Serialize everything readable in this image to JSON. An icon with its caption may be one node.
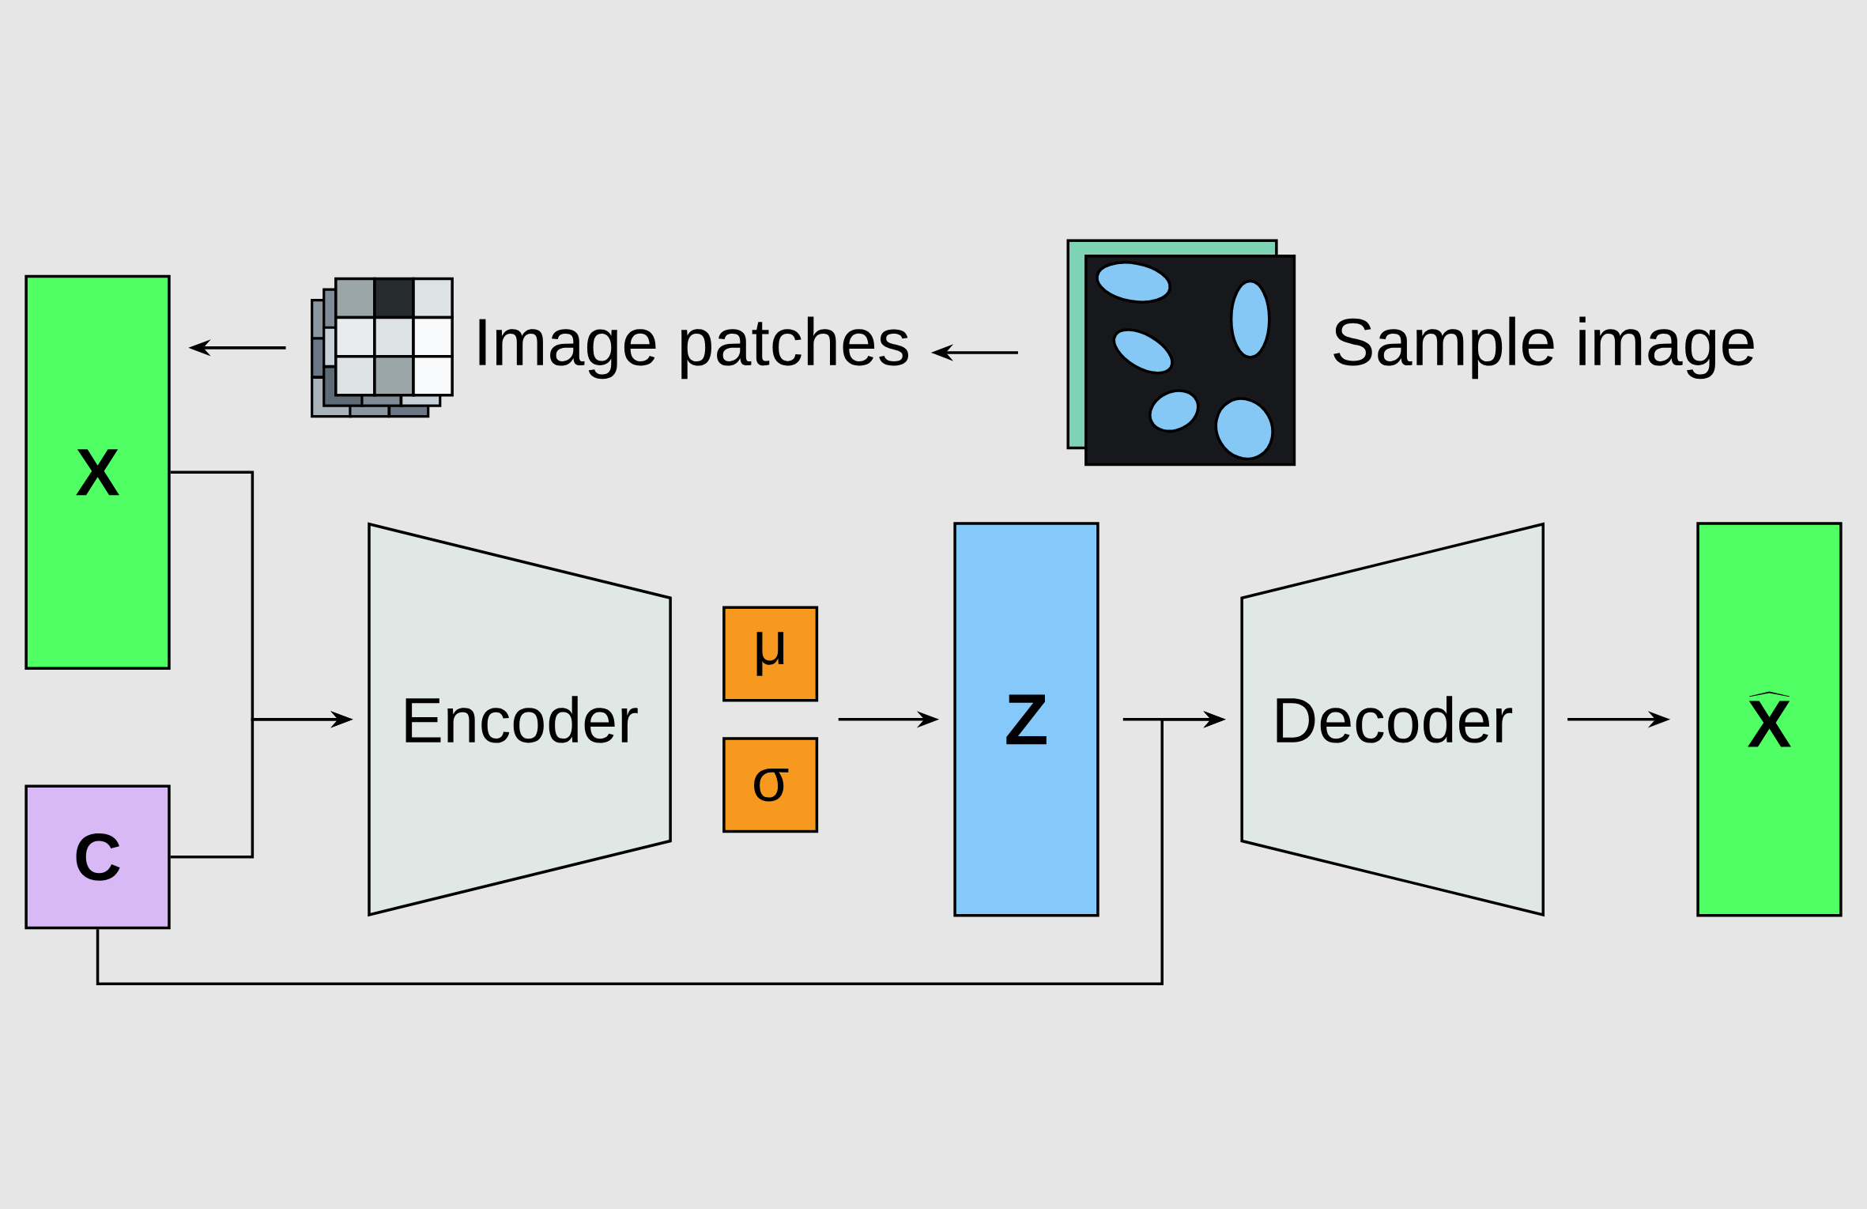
{
  "diagram": {
    "nodes": [
      {
        "text": [
          "X"
        ]
      },
      {
        "text": [
          "C"
        ]
      },
      {
        "text": [
          "Image patches"
        ]
      },
      {
        "text": [
          "Sample image"
        ]
      },
      {
        "text": [
          "Encoder"
        ]
      },
      {
        "text": [
          "μ"
        ]
      },
      {
        "text": [
          "σ"
        ]
      },
      {
        "text": [
          "Z"
        ]
      },
      {
        "text": [
          "Decoder"
        ]
      },
      {
        "text": [
          "\\widehat{\\textbf{X}}"
        ]
      }
    ],
    "edges": [
      {
        "from": 3,
        "to": 2,
        "arrow": "to"
      },
      {
        "from": 2,
        "to": 0,
        "arrow": "to"
      },
      {
        "from": 0,
        "to": 4,
        "arrow": "to"
      },
      {
        "from": 1,
        "to": 4,
        "arrow": "to"
      },
      {
        "from": 5,
        "to": 7,
        "arrow": "to"
      },
      {
        "from": 6,
        "to": 7,
        "arrow": "to"
      },
      {
        "from": 7,
        "to": 8,
        "arrow": "to"
      },
      {
        "from": 1,
        "to": 8,
        "arrow": "to"
      },
      {
        "from": 8,
        "to": 9,
        "arrow": "to"
      }
    ]
  }
}
